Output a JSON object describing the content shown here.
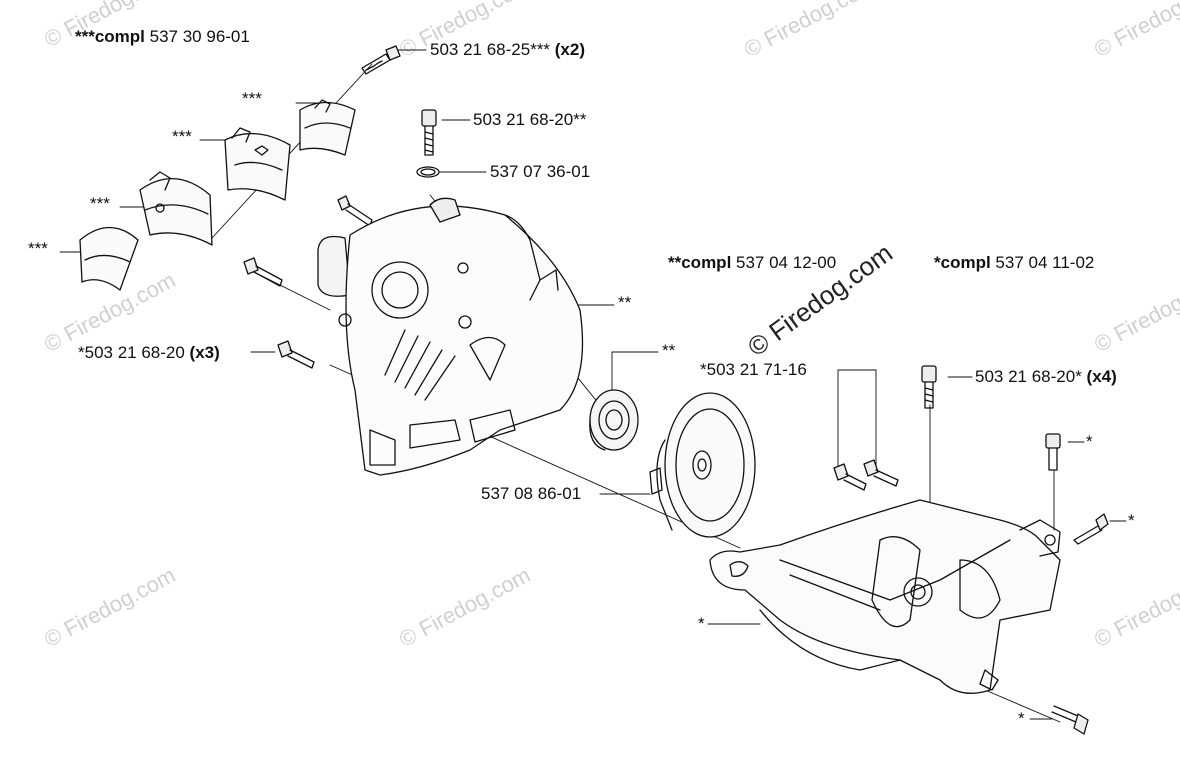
{
  "labels": {
    "kit_top": {
      "prefix": "***compl",
      "rest": " 537 30 96-01"
    },
    "screw_x2": {
      "text": "503 21 68-25***",
      "qty": " (x2)"
    },
    "screw_top": "503 21 68-20**",
    "ring": "537 07 36-01",
    "kit_mid": {
      "prefix": "**compl",
      "rest": " 537 04 12-00"
    },
    "kit_right": {
      "prefix": "*compl",
      "rest": " 537 04 11-02"
    },
    "left_screws": {
      "text": "*503 21 68-20",
      "qty": " (x3)"
    },
    "bearing_mark": "**",
    "housing_mark": "**",
    "screw_mid": "*503 21 71-16",
    "screw_x4": {
      "text": "503 21 68-20*",
      "qty": " (x4)"
    },
    "clutch_drum": "537 08 86-01",
    "mark_r1": "*",
    "mark_r2": "*",
    "mark_lower": "*",
    "mark_bottom": "*",
    "clamp_marks": [
      "***",
      "***",
      "***",
      "***"
    ]
  },
  "watermark": {
    "small": "© Firedog.com",
    "large": "© Firedog.com"
  }
}
